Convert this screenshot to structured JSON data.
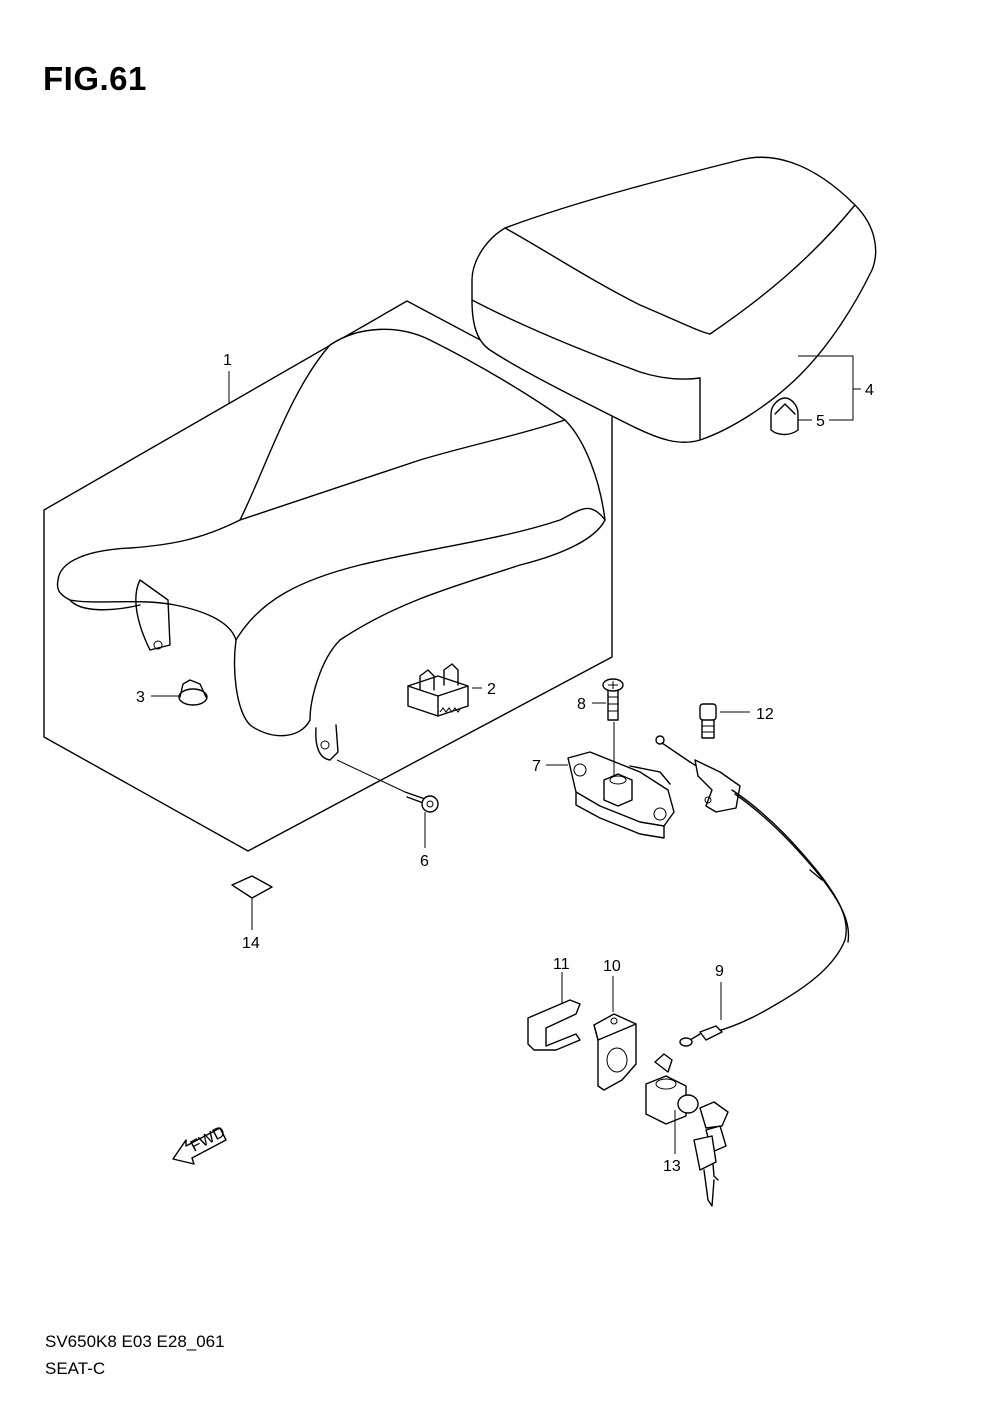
{
  "figure": {
    "title": "FIG.61"
  },
  "footer": {
    "model_code": "SV650K8 E03 E28_061",
    "section_name": "SEAT-C"
  },
  "fwd_arrow": {
    "label": "FWD"
  },
  "callouts": [
    {
      "id": "1",
      "label": "1"
    },
    {
      "id": "2",
      "label": "2"
    },
    {
      "id": "3",
      "label": "3"
    },
    {
      "id": "4",
      "label": "4"
    },
    {
      "id": "5",
      "label": "5"
    },
    {
      "id": "6",
      "label": "6"
    },
    {
      "id": "7",
      "label": "7"
    },
    {
      "id": "8",
      "label": "8"
    },
    {
      "id": "9",
      "label": "9"
    },
    {
      "id": "10",
      "label": "10"
    },
    {
      "id": "11",
      "label": "11"
    },
    {
      "id": "12",
      "label": "12"
    },
    {
      "id": "13",
      "label": "13"
    },
    {
      "id": "14",
      "label": "14"
    }
  ]
}
